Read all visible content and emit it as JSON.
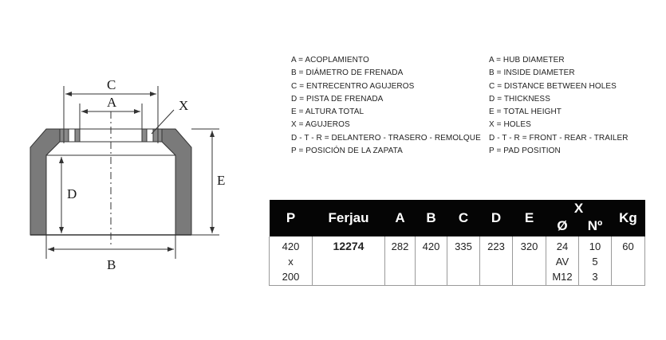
{
  "diagram_labels": {
    "a": "A",
    "b": "B",
    "c": "C",
    "d": "D",
    "e": "E",
    "x": "X"
  },
  "legend_es": [
    "A = ACOPLAMIENTO",
    "B = DIÁMETRO DE FRENADA",
    "C = ENTRECENTRO AGUJEROS",
    "D = PISTA DE FRENADA",
    "E = ALTURA TOTAL",
    "X = AGUJEROS",
    "D - T - R = DELANTERO - TRASERO - REMOLQUE",
    "P = POSICIÓN DE LA ZAPATA"
  ],
  "legend_en": [
    "A = HUB DIAMETER",
    "B = INSIDE DIAMETER",
    "C = DISTANCE BETWEEN HOLES",
    "D = THICKNESS",
    "E = TOTAL HEIGHT",
    "X = HOLES",
    "D - T - R = FRONT - REAR - TRAILER",
    "P = PAD POSITION"
  ],
  "table": {
    "headers": {
      "p": "P",
      "ferjau": "Ferjau",
      "a": "A",
      "b": "B",
      "c": "C",
      "d": "D",
      "e": "E",
      "x": "X",
      "x_diameter": "Ø",
      "x_number": "Nº",
      "kg": "Kg"
    },
    "row": {
      "p": [
        "420",
        "x",
        "200"
      ],
      "ferjau": "12274",
      "a": "282",
      "b": "420",
      "c": "335",
      "d": "223",
      "e": "320",
      "x_diameter": [
        "24",
        "AV",
        "M12"
      ],
      "x_number": [
        "10",
        "5",
        "3"
      ],
      "kg": "60"
    }
  }
}
